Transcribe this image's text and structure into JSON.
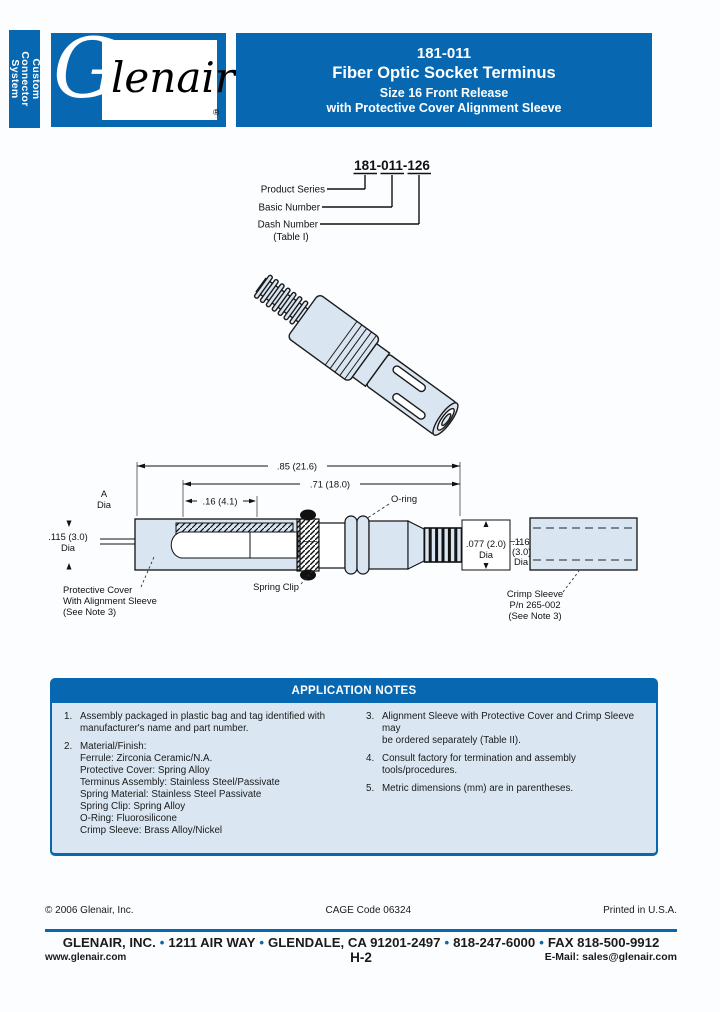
{
  "colors": {
    "accent_blue": "#0768b1",
    "drawing_fill": "#d9e6f2",
    "notes_bg": "#dae7f2"
  },
  "sidebar_tab": {
    "lines": [
      "Custom",
      "Connector",
      "System"
    ]
  },
  "logo": {
    "initial": "G",
    "rest": "lenair",
    "reg": "®"
  },
  "banner": {
    "line1": "181-011",
    "line2": "Fiber Optic Socket Terminus",
    "line3": "Size 16 Front Release",
    "line4": "with Protective Cover Alignment Sleeve"
  },
  "part_number_breakdown": {
    "full_number": "181-011-126",
    "label_product_series": "Product Series",
    "label_basic_number": "Basic Number",
    "label_dash_number": "Dash Number",
    "label_table": "(Table I)"
  },
  "drawing": {
    "dim_overall": ".85 (21.6)",
    "dim_terminus": ".71 (18.0)",
    "dim_sleeve": ".16 (4.1)",
    "dim_a_line1": "A",
    "dim_a_line2": "Dia",
    "dim_fiber_line1": ".115 (3.0)",
    "dim_fiber_line2": "Dia",
    "dim_crimp_line1": ".077 (2.0)",
    "dim_crimp_line2": "Dia",
    "dim_tube_line1": ".116",
    "dim_tube_line2": "(3.0)",
    "dim_tube_line3": "Dia",
    "label_oring": "O-ring",
    "label_spring_clip": "Spring Clip",
    "label_cover_line1": "Protective Cover",
    "label_cover_line2": "With Alignment Sleeve",
    "label_cover_line3": "(See Note 3)",
    "label_crimp_line1": "Crimp Sleeve",
    "label_crimp_line2": "P/n 265-002",
    "label_crimp_line3": "(See Note 3)"
  },
  "application_notes": {
    "title": "APPLICATION NOTES",
    "left": [
      {
        "num": "1.",
        "lines": [
          "Assembly packaged in plastic bag and tag identified with",
          "manufacturer's name and part number."
        ]
      },
      {
        "num": "2.",
        "lines": [
          "Material/Finish:",
          "Ferrule: Zirconia Ceramic/N.A.",
          "Protective Cover: Spring Alloy",
          "Terminus Assembly: Stainless Steel/Passivate",
          "Spring Material: Stainless Steel Passivate",
          "Spring Clip: Spring Alloy",
          "O-Ring: Fluorosilicone",
          "Crimp Sleeve: Brass Alloy/Nickel"
        ]
      }
    ],
    "right": [
      {
        "num": "3.",
        "lines": [
          "Alignment Sleeve with Protective Cover and Crimp Sleeve may",
          "be ordered separately (Table II)."
        ]
      },
      {
        "num": "4.",
        "lines": [
          "Consult factory for termination and assembly tools/procedures."
        ]
      },
      {
        "num": "5.",
        "lines": [
          "Metric dimensions (mm) are in parentheses."
        ]
      }
    ]
  },
  "footer": {
    "copyright": "© 2006 Glenair, Inc.",
    "cage_code": "CAGE Code 06324",
    "printed": "Printed in U.S.A.",
    "bullet": "•",
    "address_parts": [
      "GLENAIR, INC.",
      "1211 AIR WAY",
      "GLENDALE, CA 91201-2497",
      "818-247-6000",
      "FAX 818-500-9912"
    ],
    "website": "www.glenair.com",
    "page_number": "H-2",
    "email": "E-Mail: sales@glenair.com"
  }
}
